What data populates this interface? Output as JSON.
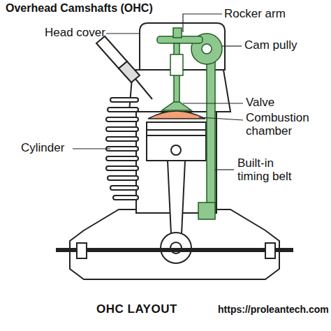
{
  "diagram": {
    "title": "Overhead Camshafts (OHC)",
    "caption": "OHC LAYOUT",
    "labels": [
      "Rocker arm",
      "Head cover",
      "Cam pully",
      "Valve",
      "Combustion chamber",
      "Cylinder",
      "Built-in timing belt",
      "https://proleantech.com"
    ]
  }
}
